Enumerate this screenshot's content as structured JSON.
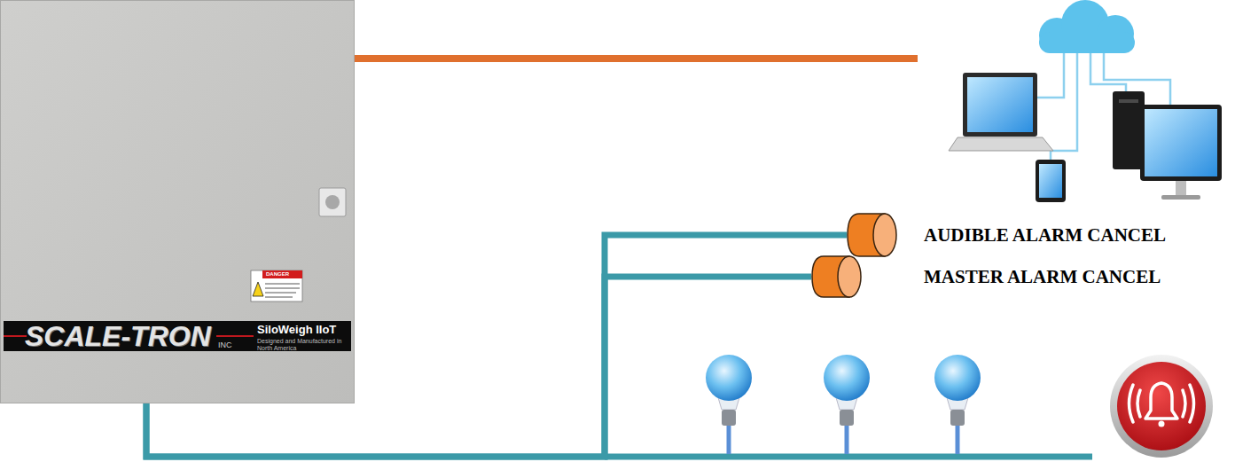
{
  "diagram": {
    "nodes": [
      {
        "text": [
          "SCALE-TRON",
          "INC",
          "SiloWeigh IIoT",
          "Designed and Manufactured in North America"
        ]
      },
      {
        "text": [
          "AUDIBLE ALARM CANCEL"
        ]
      },
      {
        "text": [
          "MASTER ALARM CANCEL"
        ]
      }
    ],
    "edges": [
      {
        "from": 0,
        "to": 1,
        "arrow": "none"
      },
      {
        "from": 0,
        "to": 2,
        "arrow": "none"
      }
    ],
    "labels": [
      "DANGER"
    ]
  }
}
